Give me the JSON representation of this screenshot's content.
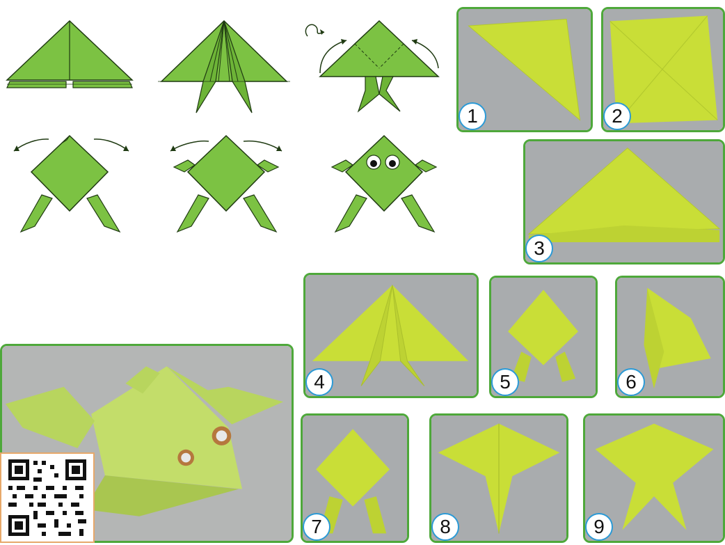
{
  "step_badges": [
    "1",
    "2",
    "3",
    "4",
    "5",
    "6",
    "7",
    "8",
    "9"
  ],
  "colors": {
    "diagram_green": "#7cc243",
    "diagram_stroke": "#1f3a12",
    "paper_yellow": "#c9de37",
    "photo_bg": "#a9acae",
    "frame_green": "#4ea83a",
    "badge_border": "#2b9ad6"
  },
  "icons": [
    "curved-arrow-icon",
    "flip-over-icon",
    "qr-code-icon",
    "googly-eye-icon"
  ]
}
